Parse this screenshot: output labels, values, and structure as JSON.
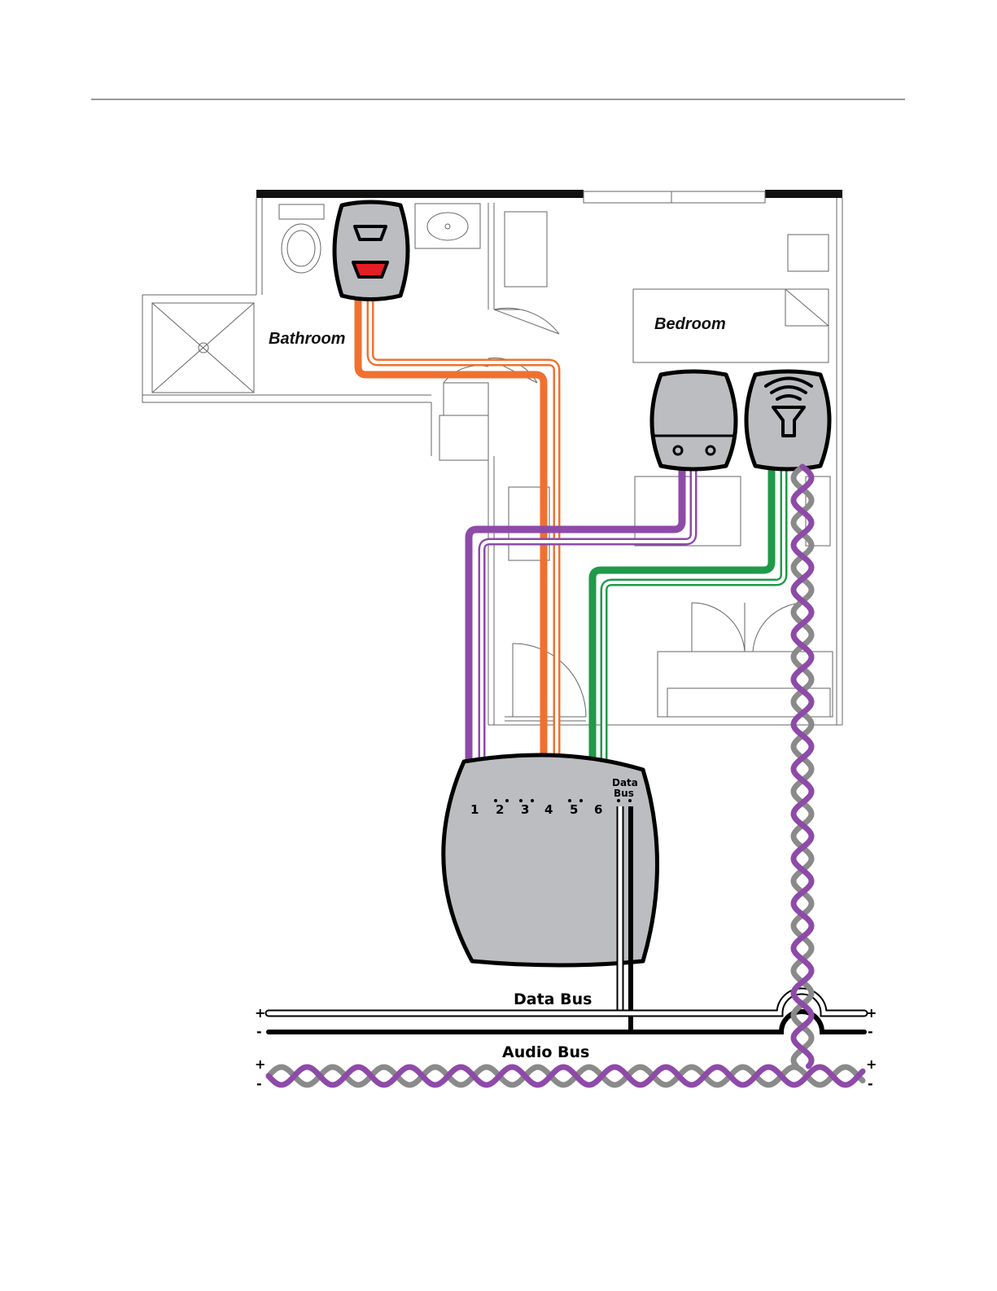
{
  "rooms": {
    "bathroom": "Bathroom",
    "bedroom": "Bedroom"
  },
  "controller": {
    "terminals": [
      "1",
      "2",
      "3",
      "4",
      "5",
      "6"
    ],
    "data_bus_label_line1": "Data",
    "data_bus_label_line2": "Bus"
  },
  "buses": {
    "data_bus_label": "Data Bus",
    "audio_bus_label": "Audio Bus",
    "plus": "+",
    "minus": "-"
  },
  "colors": {
    "orange": "#f07030",
    "purple": "#8e4aa8",
    "green": "#1f9a48",
    "grey": "#8a8a8a",
    "device_fill": "#bcbdc0",
    "alarm_red": "#e31e24"
  },
  "icons": {
    "pull_cord_device": "bathroom-call-button-icon",
    "room_sensor": "room-sensor-icon",
    "speaker": "speaker-icon"
  }
}
